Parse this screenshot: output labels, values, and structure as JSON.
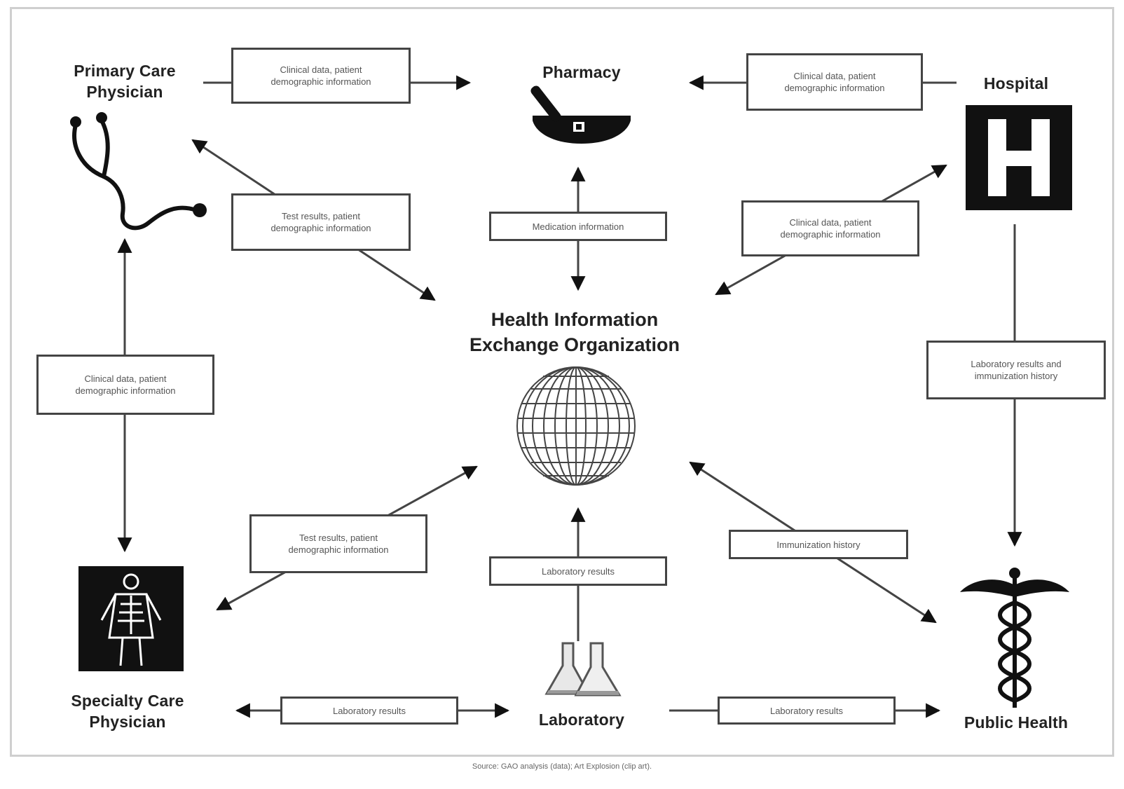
{
  "nodes": {
    "primary_care": "Primary Care\nPhysician",
    "pharmacy": "Pharmacy",
    "hospital": "Hospital",
    "hub": "Health Information\nExchange Organization",
    "specialty_care": "Specialty Care\nPhysician",
    "laboratory": "Laboratory",
    "public_health": "Public Health"
  },
  "edges": {
    "pcp_pharmacy": "Clinical data, patient\ndemographic information",
    "hospital_pharmacy": "Clinical data, patient\ndemographic information",
    "pcp_hub": "Test results, patient\ndemographic information",
    "pharmacy_hub": "Medication information",
    "hospital_hub": "Clinical data, patient\ndemographic information",
    "pcp_specialty": "Clinical data, patient\ndemographic information",
    "hospital_public": "Laboratory results and\nimmunization history",
    "specialty_hub": "Test results, patient\ndemographic information",
    "lab_hub": "Laboratory results",
    "public_hub": "Immunization history",
    "specialty_lab": "Laboratory results",
    "lab_public": "Laboratory results"
  },
  "icons": {
    "pcp": "stethoscope-icon",
    "pharmacy": "mortar-pestle-icon",
    "hospital": "hospital-h-icon",
    "hub": "globe-icon",
    "specialty": "x-ray-person-icon",
    "laboratory": "flask-icon",
    "public_health": "caduceus-icon"
  },
  "source": "Source: GAO analysis (data); Art Explosion (clip art)."
}
